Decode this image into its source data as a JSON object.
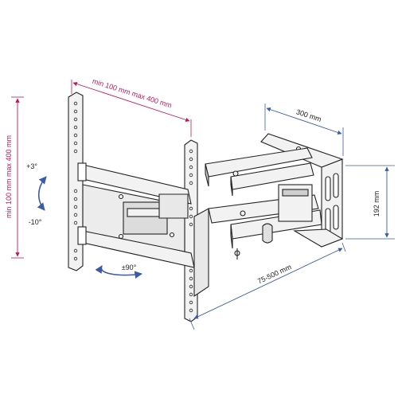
{
  "labels": {
    "vesa_horizontal": "min 100 mm max 400 mm",
    "vesa_vertical": "min 100 mm max 400 mm",
    "tilt_up": "+3°",
    "tilt_down": "-10°",
    "swivel": "±90°",
    "plate_width": "300 mm",
    "plate_height": "192 mm",
    "extension": "75-500 mm"
  },
  "colors": {
    "pink_dimension": "#c2185b",
    "blue_dimension": "#3b5aa8",
    "line": "#222222",
    "metal_fill": "#f2f2f2",
    "shade_fill": "#cfcfcf"
  },
  "icons": {
    "tilt_arrow": "curved-tilt-arrow",
    "swivel_arrow": "curved-swivel-arrow"
  }
}
